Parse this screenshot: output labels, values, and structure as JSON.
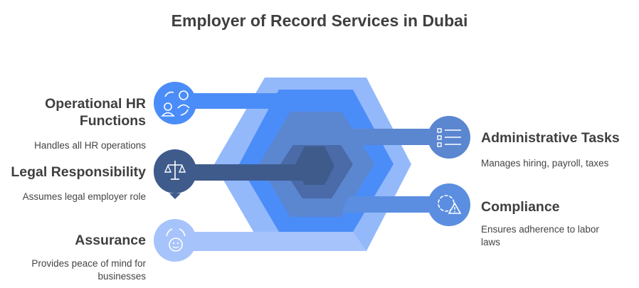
{
  "title": "Employer of Record Services in Dubai",
  "items": [
    {
      "title": "Operational HR Functions",
      "title_line1": "Operational HR",
      "title_line2": "Functions",
      "desc": "Handles all HR operations",
      "icon": "hr-operations-icon",
      "color": "#4b8df8"
    },
    {
      "title": "Legal Responsibility",
      "desc": "Assumes legal employer role",
      "icon": "scales-icon",
      "color": "#3f5b8c"
    },
    {
      "title": "Assurance",
      "desc_line1": "Provides peace of mind for",
      "desc_line2": "businesses",
      "icon": "peace-of-mind-icon",
      "color": "#a7c3fb"
    },
    {
      "title": "Administrative Tasks",
      "desc": "Manages hiring, payroll, taxes",
      "icon": "checklist-icon",
      "color": "#5b86d0"
    },
    {
      "title": "Compliance",
      "desc_line1": "Ensures adherence to labor",
      "desc_line2": "laws",
      "icon": "gear-warning-icon",
      "color": "#5b8ee0"
    }
  ],
  "colors": {
    "ring1": "#94b9fb",
    "ring2": "#4b8df8",
    "ring3": "#5b86d0",
    "ring4": "#4a6ba8",
    "core": "#3f5b8c"
  }
}
